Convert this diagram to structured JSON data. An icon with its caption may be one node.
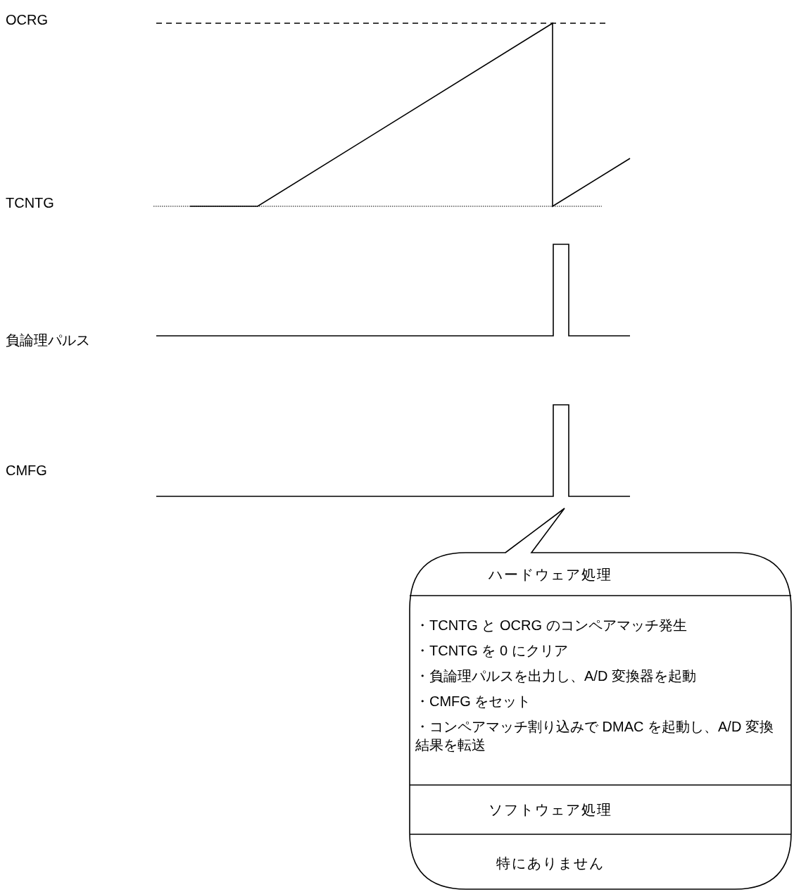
{
  "diagram": {
    "nodes": [
      {
        "text": [
          "ハードウェア処理",
          "・TCNTG と OCRG のコンペアマッチ発生",
          "・TCNTG を 0 にクリア",
          "・負論理パルスを出力し、A/D 変換器を起動",
          "・CMFG をセット",
          "・コンペアマッチ割り込みで DMAC を起動し、A/D 変換結果を転送",
          "ソフトウェア処理",
          "特にありません"
        ]
      }
    ],
    "labels": [
      "OCRG",
      "TCNTG",
      "負論理パルス",
      "CMFG"
    ]
  }
}
